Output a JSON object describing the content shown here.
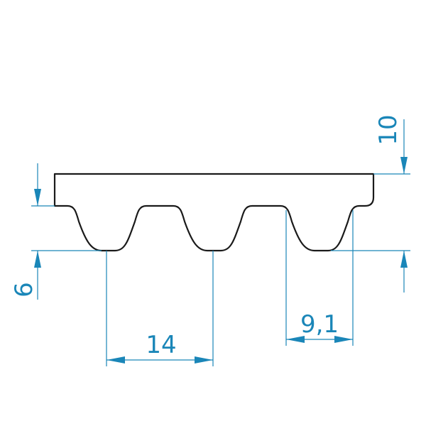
{
  "diagram": {
    "colors": {
      "outline": "#1a1a1a",
      "dimension": "#1a86b8",
      "background": "#ffffff"
    },
    "dimensions": {
      "total_height": "10",
      "tooth_height": "6",
      "pitch": "14",
      "tooth_width": "9,1"
    }
  }
}
